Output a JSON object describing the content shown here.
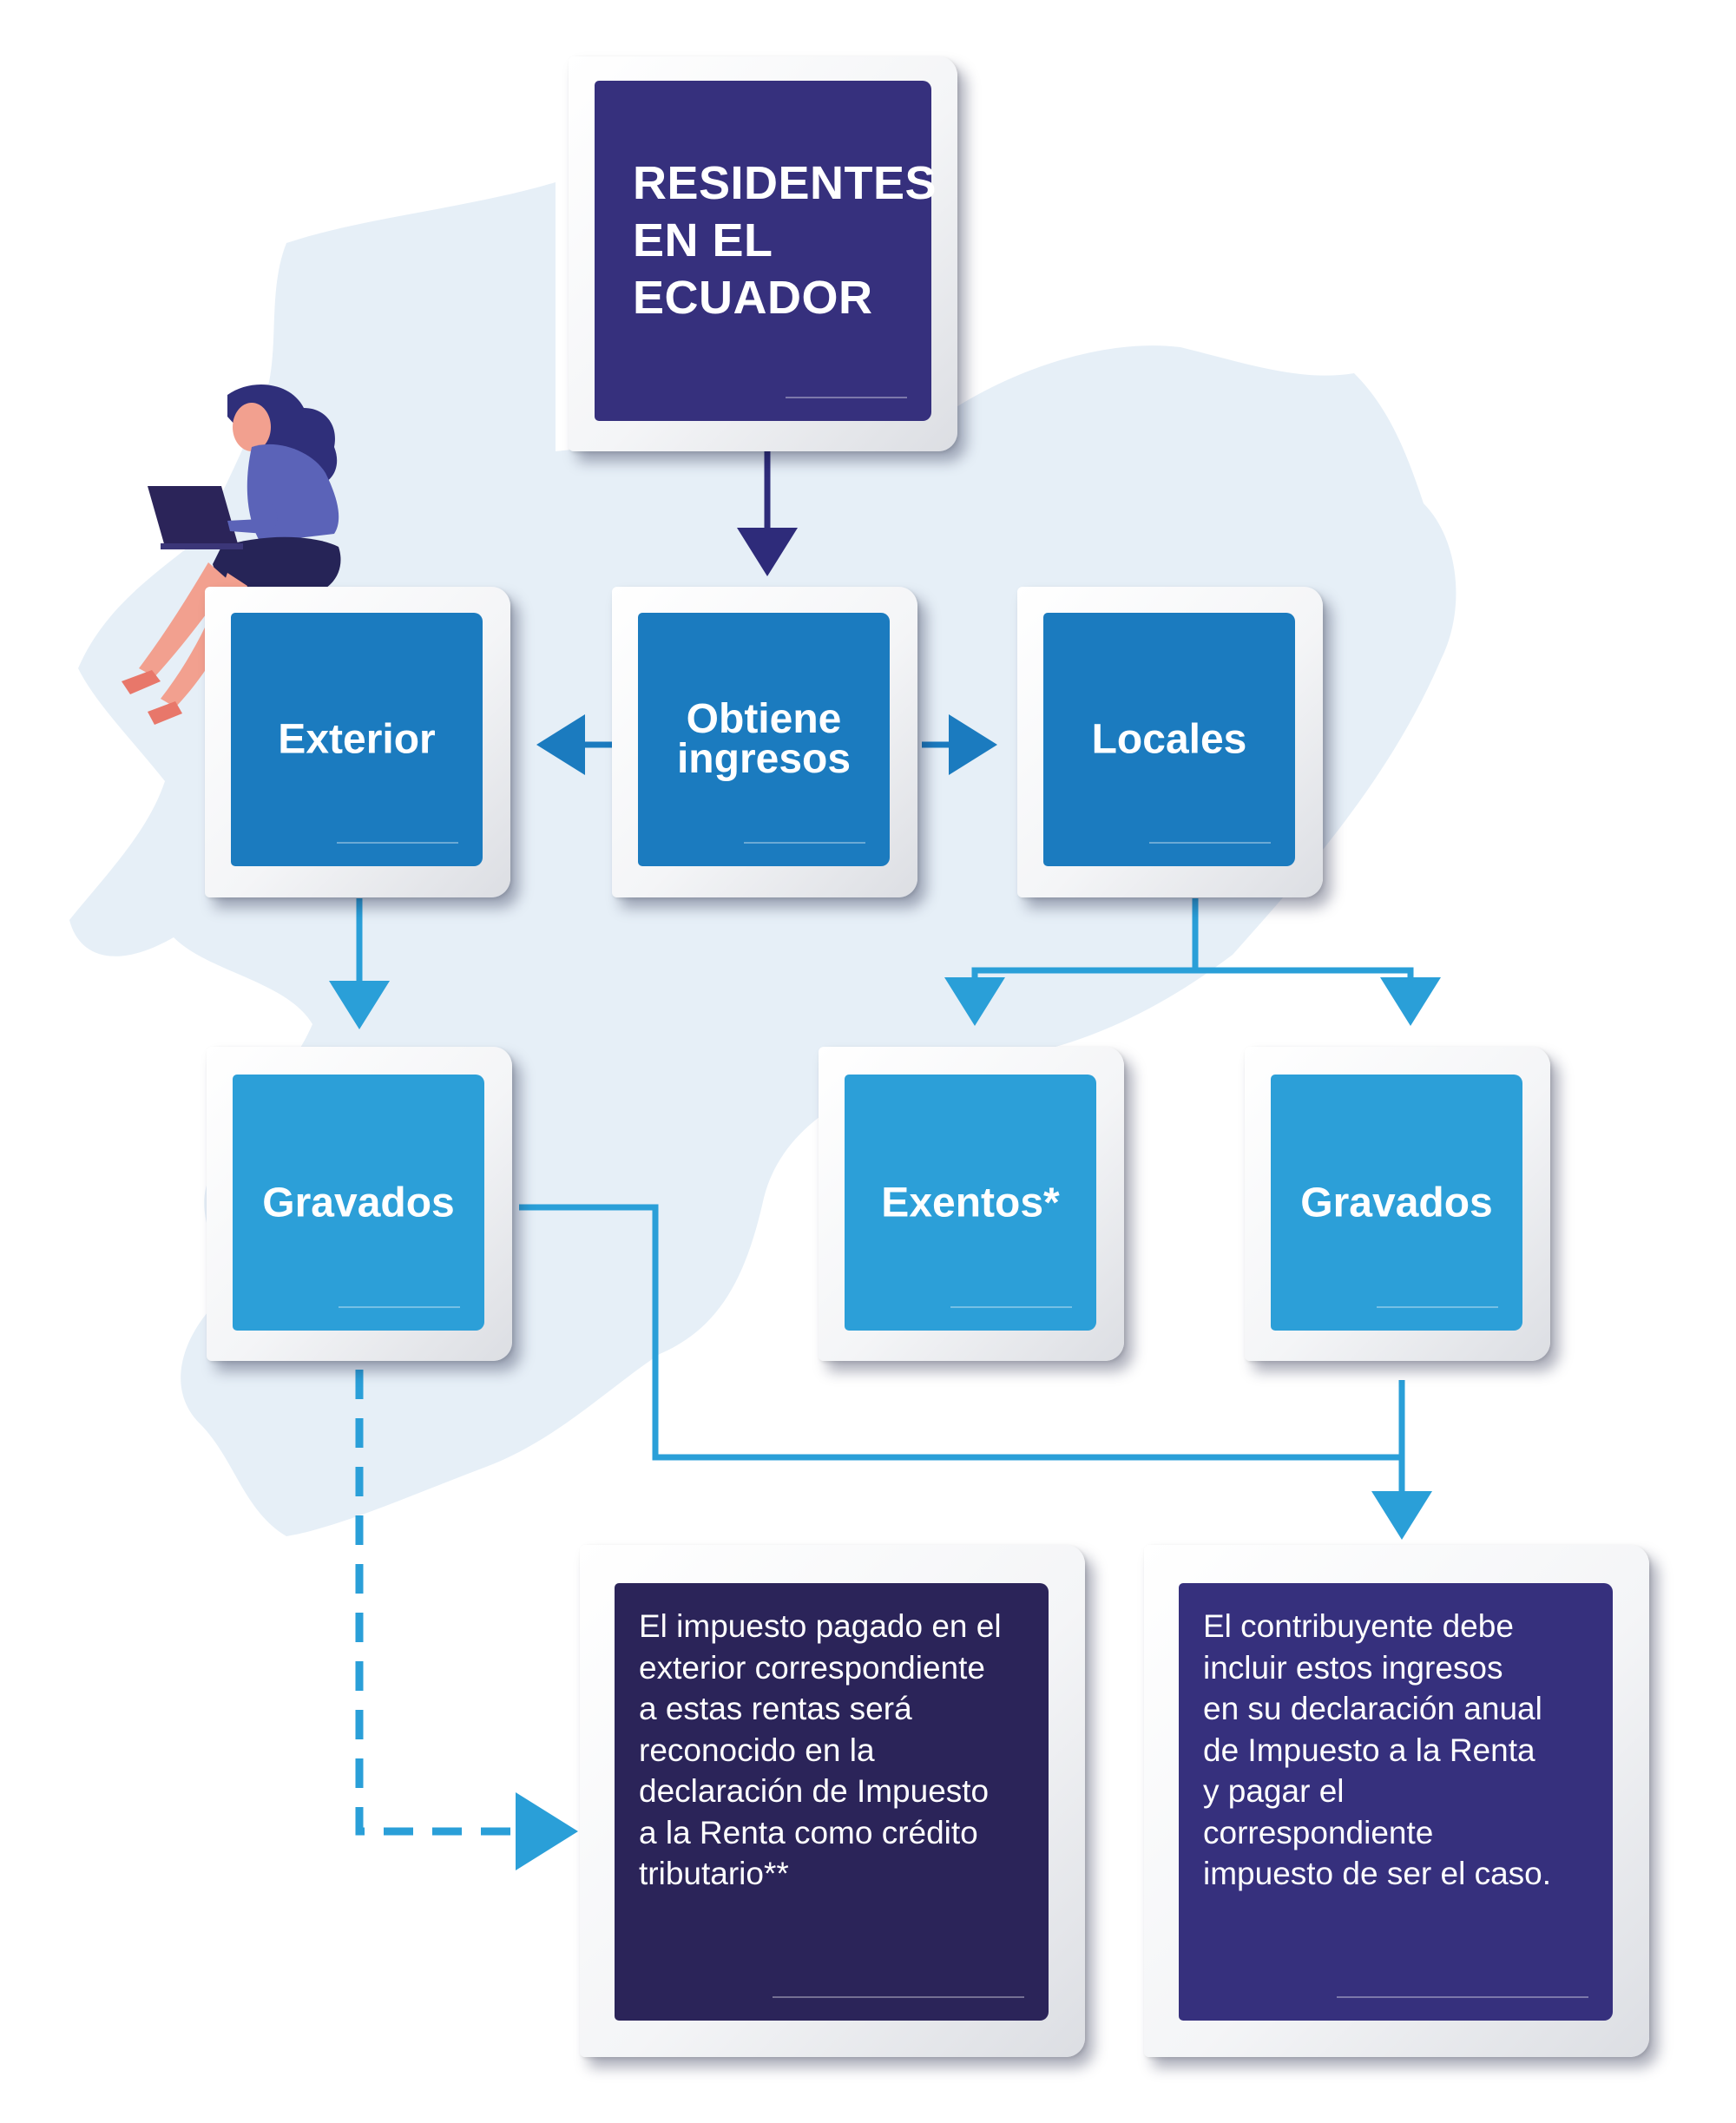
{
  "colors": {
    "dark_navy": "#2b2459",
    "indigo": "#36307d",
    "mid_blue": "#1b7bbf",
    "light_blue": "#2c9fd8",
    "arrow_navy": "#2e2b7a",
    "arrow_blue": "#2a9fd8",
    "map_fill": "#e6eff7"
  },
  "nodes": {
    "residentes": "RESIDENTES\nEN EL\nECUADOR",
    "obtiene": "Obtiene\ningresos",
    "exterior": "Exterior",
    "locales": "Locales",
    "gravados_exterior": "Gravados",
    "exentos": "Exentos*",
    "gravados_locales": "Gravados",
    "credito_text": "El impuesto pagado en el\nexterior correspondiente\na estas rentas será\nreconocido en la\ndeclaración de Impuesto\na la Renta como crédito\ntributario**",
    "declaracion_text": "El contribuyente debe\nincluir estos ingresos\nen su declaración anual\nde Impuesto a la Renta\ny pagar el\ncorrespondiente\nimpuesto de ser el caso."
  },
  "icons": [
    "ecuador-map-silhouette",
    "woman-with-laptop-illustration"
  ]
}
